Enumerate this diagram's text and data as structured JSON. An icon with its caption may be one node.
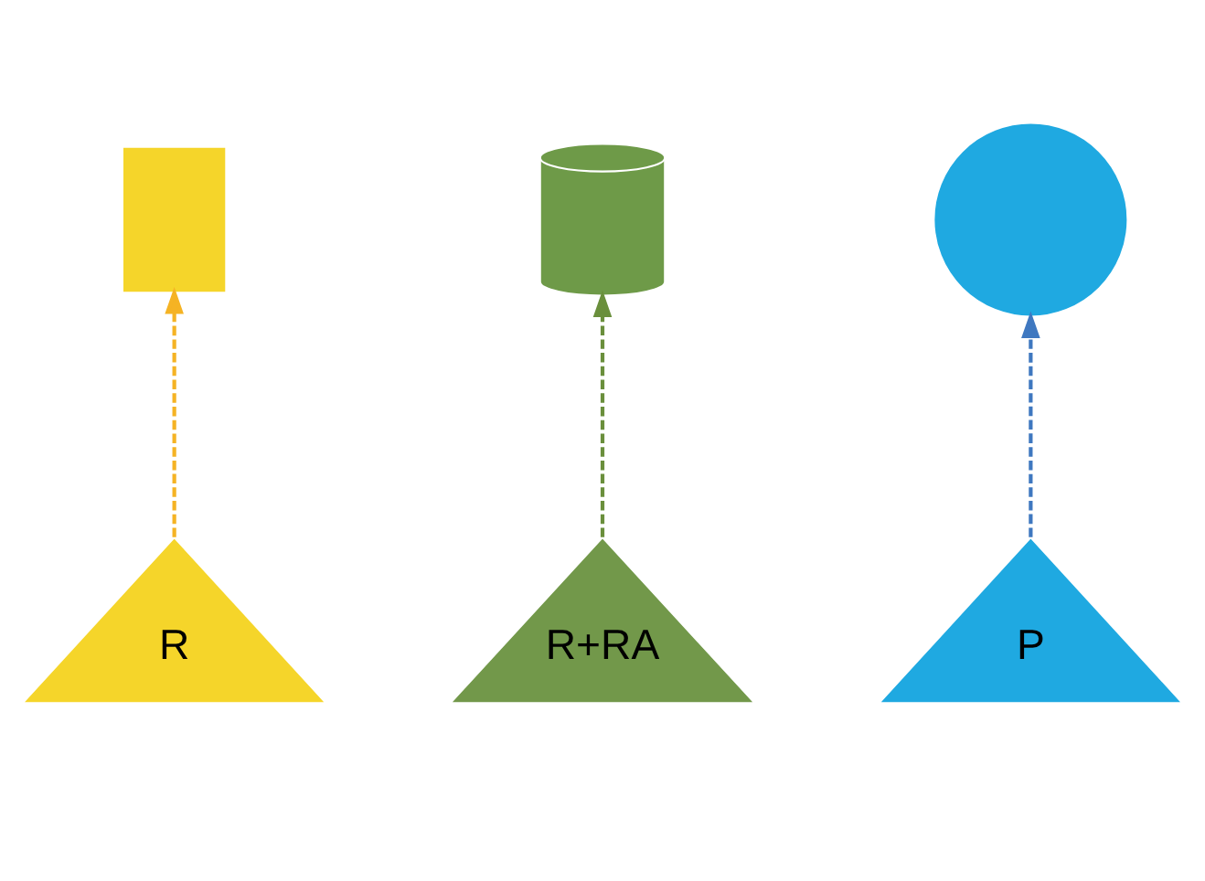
{
  "diagram": {
    "nodes": [
      {
        "text": [],
        "shape": "box"
      },
      {
        "text": [],
        "shape": "cylinder"
      },
      {
        "text": [],
        "shape": "circle"
      },
      {
        "text": [
          "R"
        ]
      },
      {
        "text": [
          "R+RA"
        ]
      },
      {
        "text": [
          "P"
        ]
      }
    ],
    "edges": [
      {
        "from": 3,
        "to": 0,
        "arrow": "to",
        "style": "dashed",
        "color": "#f5b324"
      },
      {
        "from": 4,
        "to": 1,
        "arrow": "to",
        "style": "dashed",
        "color": "#6a8f3c"
      },
      {
        "from": 5,
        "to": 2,
        "arrow": "to",
        "style": "dashed",
        "color": "#3f78c0"
      }
    ]
  }
}
